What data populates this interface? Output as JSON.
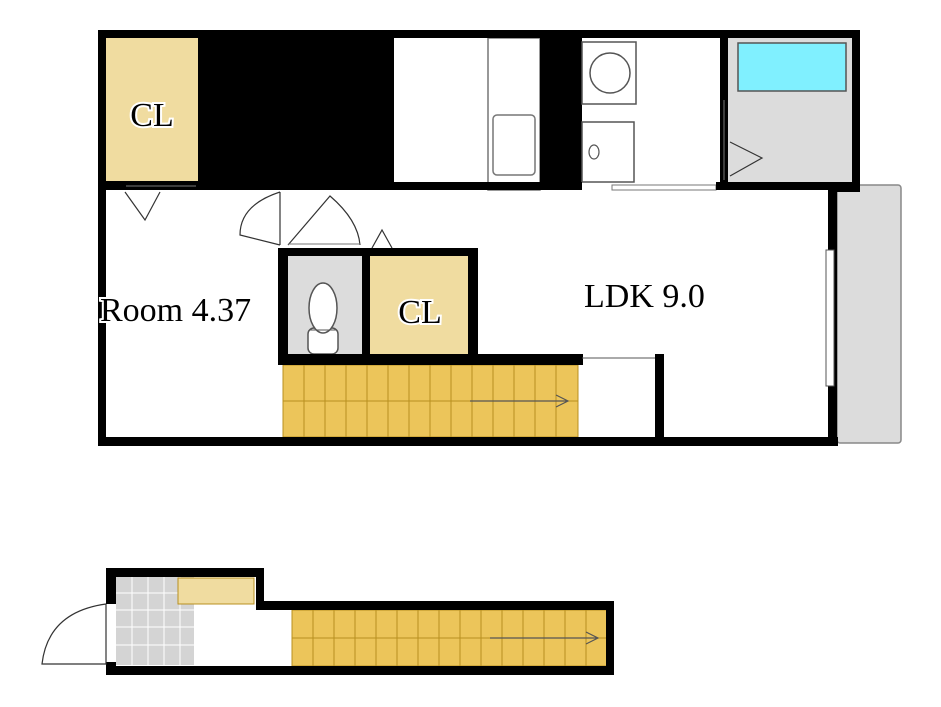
{
  "floor_plan": {
    "rooms": {
      "closet_upper_left": {
        "label": "CL"
      },
      "closet_center": {
        "label": "CL"
      },
      "room_west": {
        "label": "Room 4.37"
      },
      "ldk": {
        "label": "LDK 9.0"
      }
    },
    "fixtures": [
      "toilet",
      "washing-machine",
      "bathtub",
      "kitchen-sink",
      "staircase",
      "balcony",
      "entrance-door"
    ],
    "colors": {
      "wall": "#000000",
      "closet_fill": "#f0dca0",
      "stair_fill": "#ecc55a",
      "wet_area": "#dcdcdc",
      "bathtub_water": "#80f0ff",
      "balcony": "#dcdcdc",
      "entrance_tile": "#d4d4d4"
    }
  }
}
